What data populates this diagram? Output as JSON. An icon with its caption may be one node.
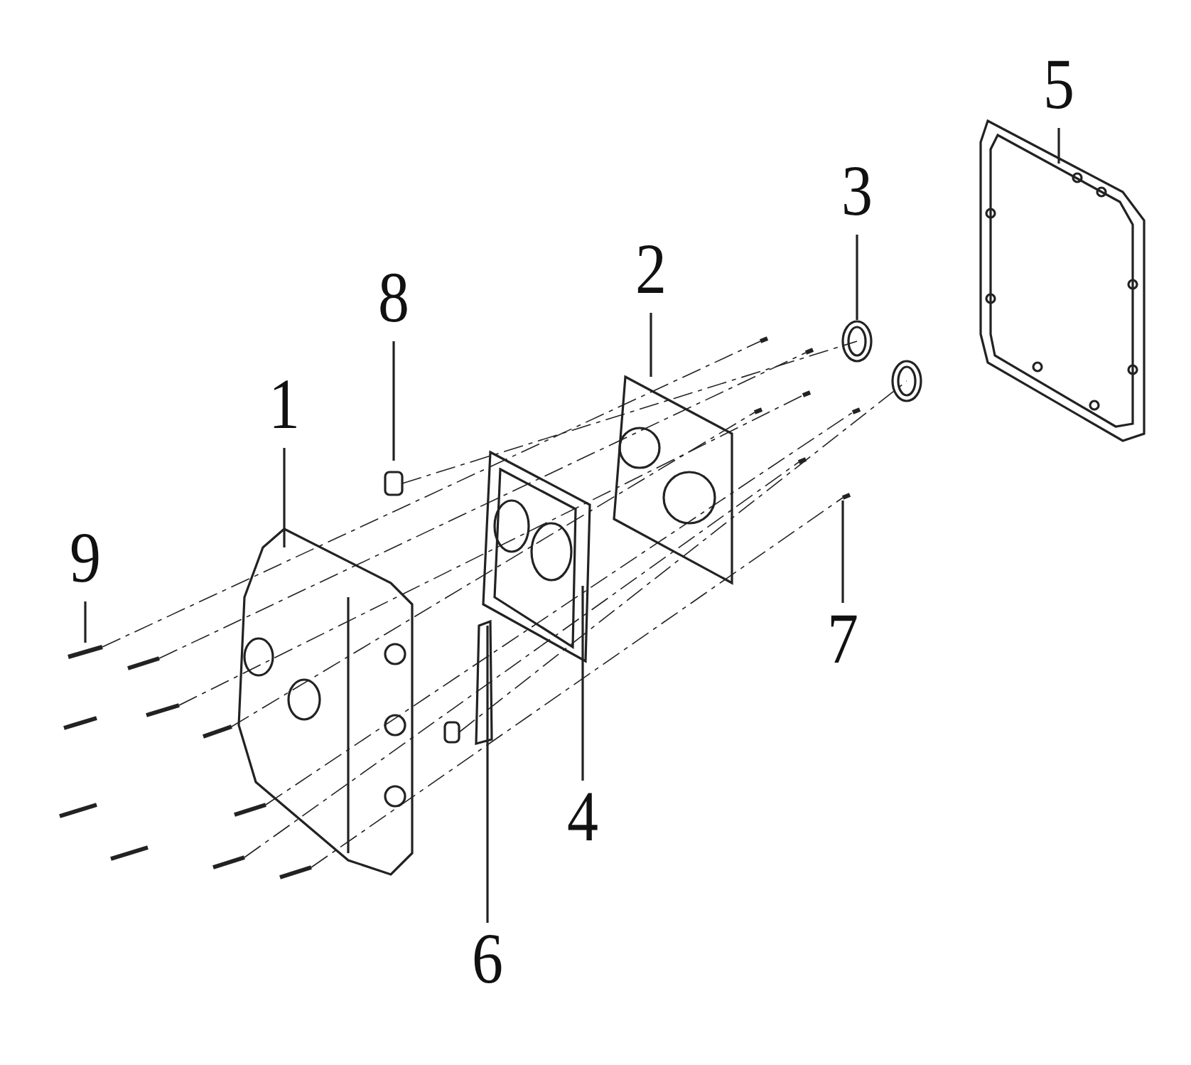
{
  "diagram": {
    "nodes": [
      {
        "text": [
          "5"
        ]
      },
      {
        "text": [
          "3"
        ]
      },
      {
        "text": [
          "2"
        ]
      },
      {
        "text": [
          "8"
        ]
      },
      {
        "text": [
          "1"
        ]
      },
      {
        "text": [
          "9"
        ]
      },
      {
        "text": [
          "7"
        ]
      },
      {
        "text": [
          "4"
        ]
      },
      {
        "text": [
          "6"
        ]
      }
    ],
    "edges": [
      {
        "from": 0,
        "to": null,
        "arrow": "none"
      },
      {
        "from": 1,
        "to": null,
        "arrow": "none"
      },
      {
        "from": 2,
        "to": null,
        "arrow": "none"
      },
      {
        "from": 3,
        "to": null,
        "arrow": "none"
      },
      {
        "from": 4,
        "to": null,
        "arrow": "none"
      },
      {
        "from": 5,
        "to": null,
        "arrow": "none"
      },
      {
        "from": 6,
        "to": null,
        "arrow": "none"
      },
      {
        "from": 7,
        "to": null,
        "arrow": "none"
      },
      {
        "from": 8,
        "to": null,
        "arrow": "none"
      }
    ]
  }
}
